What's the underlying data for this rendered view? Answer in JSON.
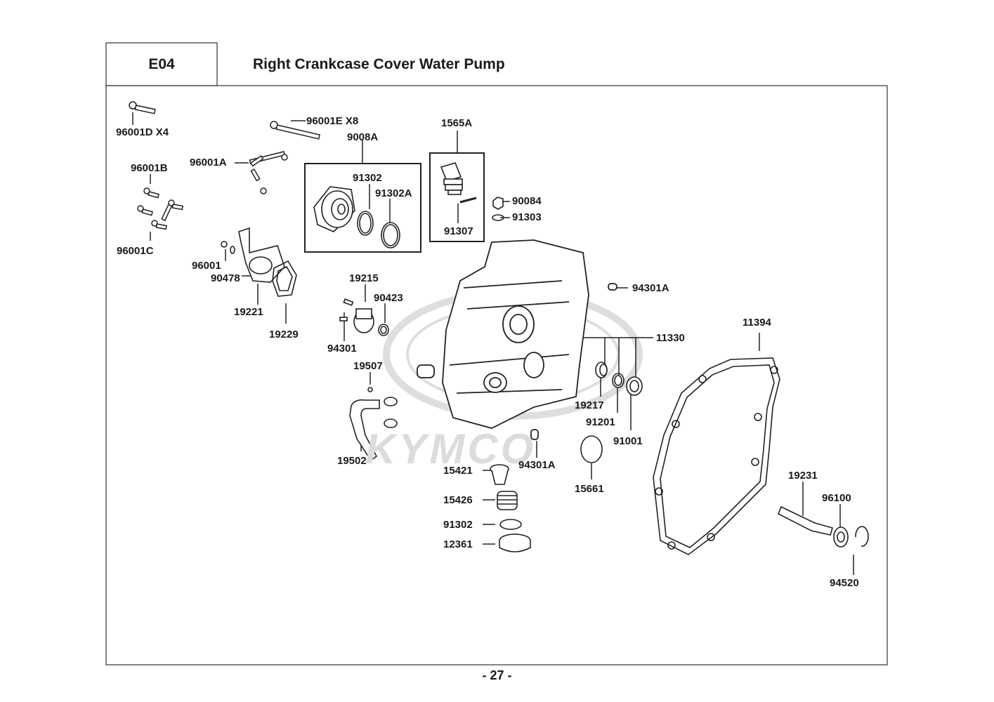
{
  "header": {
    "code": "E04",
    "title": "Right Crankcase Cover  Water Pump"
  },
  "watermark": "KYMCO",
  "page_number": "- 27 -",
  "parts": {
    "p96001D": "96001D  X4",
    "p96001E": "96001E  X8",
    "p9008A": "9008A",
    "p1565A": "1565A",
    "p96001B": "96001B",
    "p96001A": "96001A",
    "p91302_top": "91302",
    "p91302A": "91302A",
    "p90084": "90084",
    "p91303": "91303",
    "p91307": "91307",
    "p96001C": "96001C",
    "p96001": "96001",
    "p90478": "90478",
    "p19221": "19221",
    "p19229": "19229",
    "p19215": "19215",
    "p90423": "90423",
    "p94301A_top": "94301A",
    "p94301": "94301",
    "p11330": "11330",
    "p11394": "11394",
    "p19507": "19507",
    "p19217": "19217",
    "p91201": "91201",
    "p91001": "91001",
    "p19502": "19502",
    "p94301A_bot": "94301A",
    "p15661": "15661",
    "p15421": "15421",
    "p15426": "15426",
    "p91302_bot": "91302",
    "p12361": "12361",
    "p19231": "19231",
    "p96100": "96100",
    "p94520": "94520"
  }
}
